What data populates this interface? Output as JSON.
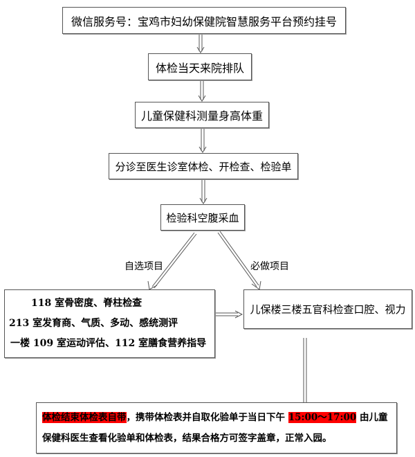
{
  "steps": [
    "微信服务号：宝鸡市妇幼保健院智慧服务平台预约挂号",
    "体检当天来院排队",
    "儿童保健科测量身高体重",
    "分诊至医生诊室体检、开检查、检验单",
    "检验科空腹采血"
  ],
  "branch_labels": {
    "optional": "自选项目",
    "required": "必做项目"
  },
  "optional_items": [
    "118 室骨密度、脊柱检查",
    "213 室发育商、气质、多动、感统测评",
    "一楼 109 室运动评估、112 室膳食营养指导"
  ],
  "required_item": "儿保楼三楼五官科检查口腔、视力",
  "final": {
    "highlight1": "体检结束体检表自带",
    "text1": "，携带体检表并自取化验单于当日下午 ",
    "highlight2": "15:00～17:00",
    "text2": " 由儿童",
    "line2": "保健科医生查看化验单和体检表，结果合格方可签字盖章，正常入园。"
  },
  "colors": {
    "highlight": "#ff0000",
    "border": "#555555"
  }
}
